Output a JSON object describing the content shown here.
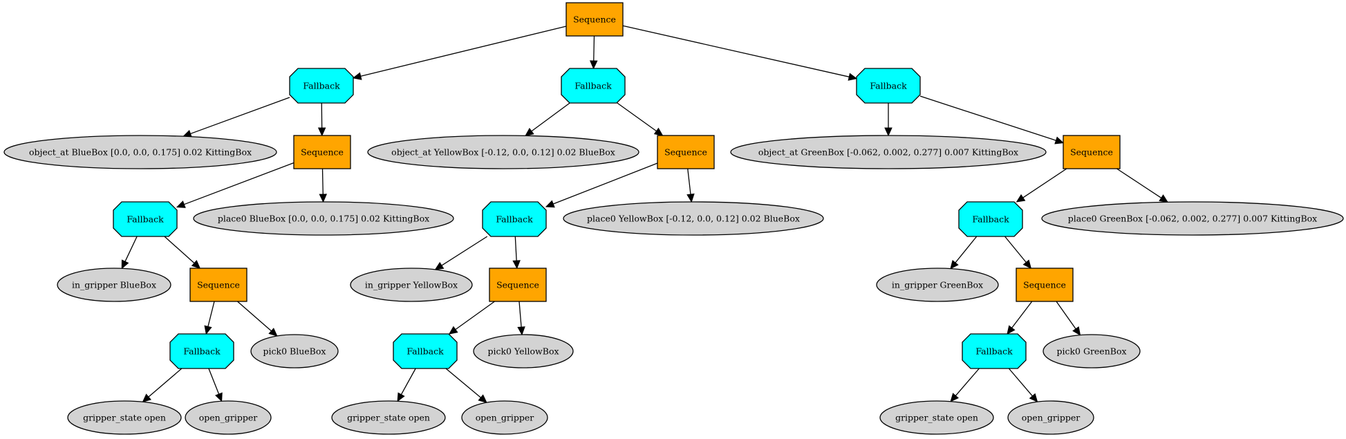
{
  "colors": {
    "sequence": "#ffa500",
    "fallback": "#00ffff",
    "condition": "#d3d3d3",
    "edge": "#000000"
  },
  "nodes": [
    {
      "id": "seq_root",
      "kind": "sequence",
      "label": "Sequence"
    },
    {
      "id": "fb_blue",
      "kind": "fallback",
      "label": "Fallback"
    },
    {
      "id": "cond_obj_blue",
      "kind": "condition",
      "label": "object_at BlueBox [0.0, 0.0, 0.175] 0.02 KittingBox"
    },
    {
      "id": "seq_blue",
      "kind": "sequence",
      "label": "Sequence"
    },
    {
      "id": "fb_blue_2",
      "kind": "fallback",
      "label": "Fallback"
    },
    {
      "id": "act_place_blue",
      "kind": "condition",
      "label": "place0 BlueBox [0.0, 0.0, 0.175] 0.02 KittingBox"
    },
    {
      "id": "cond_grip_blue",
      "kind": "condition",
      "label": "in_gripper BlueBox"
    },
    {
      "id": "seq_blue_2",
      "kind": "sequence",
      "label": "Sequence"
    },
    {
      "id": "fb_blue_3",
      "kind": "fallback",
      "label": "Fallback"
    },
    {
      "id": "act_pick_blue",
      "kind": "condition",
      "label": "pick0 BlueBox"
    },
    {
      "id": "cond_state_blue",
      "kind": "condition",
      "label": "gripper_state open"
    },
    {
      "id": "act_open_blue",
      "kind": "condition",
      "label": "open_gripper"
    },
    {
      "id": "fb_yellow",
      "kind": "fallback",
      "label": "Fallback"
    },
    {
      "id": "cond_obj_yellow",
      "kind": "condition",
      "label": "object_at YellowBox [-0.12, 0.0, 0.12] 0.02 BlueBox"
    },
    {
      "id": "seq_yellow",
      "kind": "sequence",
      "label": "Sequence"
    },
    {
      "id": "fb_yellow_2",
      "kind": "fallback",
      "label": "Fallback"
    },
    {
      "id": "act_place_yellow",
      "kind": "condition",
      "label": "place0 YellowBox [-0.12, 0.0, 0.12] 0.02 BlueBox"
    },
    {
      "id": "cond_grip_yellow",
      "kind": "condition",
      "label": "in_gripper YellowBox"
    },
    {
      "id": "seq_yellow_2",
      "kind": "sequence",
      "label": "Sequence"
    },
    {
      "id": "fb_yellow_3",
      "kind": "fallback",
      "label": "Fallback"
    },
    {
      "id": "act_pick_yellow",
      "kind": "condition",
      "label": "pick0 YellowBox"
    },
    {
      "id": "cond_state_yellow",
      "kind": "condition",
      "label": "gripper_state open"
    },
    {
      "id": "act_open_yellow",
      "kind": "condition",
      "label": "open_gripper"
    },
    {
      "id": "fb_green",
      "kind": "fallback",
      "label": "Fallback"
    },
    {
      "id": "cond_obj_green",
      "kind": "condition",
      "label": "object_at GreenBox [-0.062, 0.002, 0.277] 0.007 KittingBox"
    },
    {
      "id": "seq_green",
      "kind": "sequence",
      "label": "Sequence"
    },
    {
      "id": "fb_green_2",
      "kind": "fallback",
      "label": "Fallback"
    },
    {
      "id": "act_place_green",
      "kind": "condition",
      "label": "place0 GreenBox [-0.062, 0.002, 0.277] 0.007 KittingBox"
    },
    {
      "id": "cond_grip_green",
      "kind": "condition",
      "label": "in_gripper GreenBox"
    },
    {
      "id": "seq_green_2",
      "kind": "sequence",
      "label": "Sequence"
    },
    {
      "id": "fb_green_3",
      "kind": "fallback",
      "label": "Fallback"
    },
    {
      "id": "act_pick_green",
      "kind": "condition",
      "label": "pick0 GreenBox"
    },
    {
      "id": "cond_state_green",
      "kind": "condition",
      "label": "gripper_state open"
    },
    {
      "id": "act_open_green",
      "kind": "condition",
      "label": "open_gripper"
    }
  ],
  "edges": [
    [
      "seq_root",
      "fb_blue"
    ],
    [
      "seq_root",
      "fb_yellow"
    ],
    [
      "seq_root",
      "fb_green"
    ],
    [
      "fb_blue",
      "cond_obj_blue"
    ],
    [
      "fb_blue",
      "seq_blue"
    ],
    [
      "seq_blue",
      "fb_blue_2"
    ],
    [
      "seq_blue",
      "act_place_blue"
    ],
    [
      "fb_blue_2",
      "cond_grip_blue"
    ],
    [
      "fb_blue_2",
      "seq_blue_2"
    ],
    [
      "seq_blue_2",
      "fb_blue_3"
    ],
    [
      "seq_blue_2",
      "act_pick_blue"
    ],
    [
      "fb_blue_3",
      "cond_state_blue"
    ],
    [
      "fb_blue_3",
      "act_open_blue"
    ],
    [
      "fb_yellow",
      "cond_obj_yellow"
    ],
    [
      "fb_yellow",
      "seq_yellow"
    ],
    [
      "seq_yellow",
      "fb_yellow_2"
    ],
    [
      "seq_yellow",
      "act_place_yellow"
    ],
    [
      "fb_yellow_2",
      "cond_grip_yellow"
    ],
    [
      "fb_yellow_2",
      "seq_yellow_2"
    ],
    [
      "seq_yellow_2",
      "fb_yellow_3"
    ],
    [
      "seq_yellow_2",
      "act_pick_yellow"
    ],
    [
      "fb_yellow_3",
      "cond_state_yellow"
    ],
    [
      "fb_yellow_3",
      "act_open_yellow"
    ],
    [
      "fb_green",
      "cond_obj_green"
    ],
    [
      "fb_green",
      "seq_green"
    ],
    [
      "seq_green",
      "fb_green_2"
    ],
    [
      "seq_green",
      "act_place_green"
    ],
    [
      "fb_green_2",
      "cond_grip_green"
    ],
    [
      "fb_green_2",
      "seq_green_2"
    ],
    [
      "seq_green_2",
      "fb_green_3"
    ],
    [
      "seq_green_2",
      "act_pick_green"
    ],
    [
      "fb_green_3",
      "cond_state_green"
    ],
    [
      "fb_green_3",
      "act_open_green"
    ]
  ]
}
